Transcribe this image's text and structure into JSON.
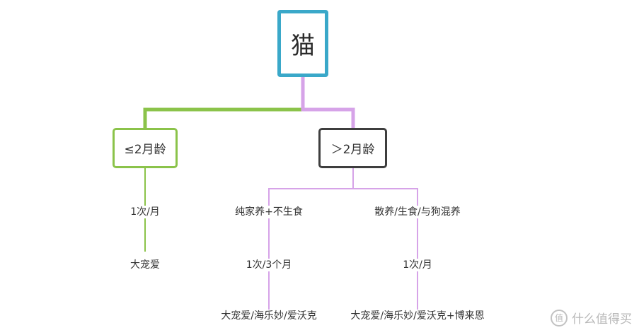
{
  "root": {
    "label": "猫"
  },
  "age_groups": [
    {
      "label": "≤2月龄",
      "frequency": "1次/月",
      "product": "大宠爱"
    },
    {
      "label": "＞2月龄"
    }
  ],
  "adult_branches": [
    {
      "label": "纯家养+不生食",
      "frequency": "1次/3个月",
      "product": "大宠爱/海乐妙/爱沃克"
    },
    {
      "label": "散养/生食/与狗混养",
      "frequency": "1次/月",
      "product": "大宠爱/海乐妙/爱沃克+博来恩"
    }
  ],
  "colors": {
    "root_border": "#3aa8c9",
    "young_branch": "#8bc34a",
    "adult_branch": "#d6a3e8",
    "adult_border": "#3e3e3e"
  },
  "watermark": {
    "icon": "zhi-icon",
    "text": "什么值得买"
  }
}
